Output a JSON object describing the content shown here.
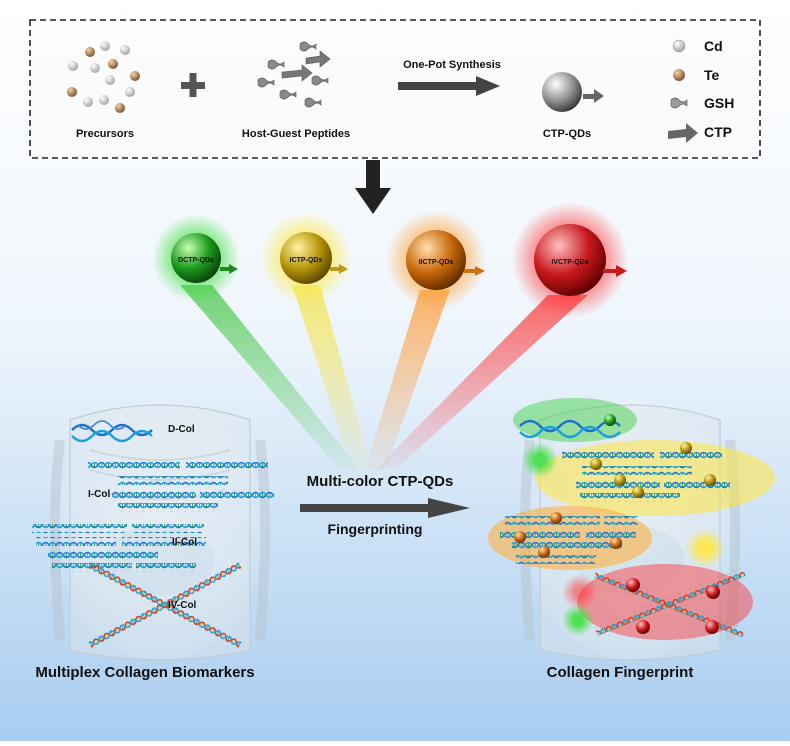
{
  "top_panel": {
    "precursors_label": "Precursors",
    "peptides_label": "Host-Guest Peptides",
    "synthesis_label": "One-Pot Synthesis",
    "ctpqd_label": "CTP-QDs"
  },
  "legend": [
    {
      "label": "Cd",
      "icon": "cd-atom-icon",
      "color": "#d8d8d8"
    },
    {
      "label": "Te",
      "icon": "te-atom-icon",
      "color": "#c98a4a"
    },
    {
      "label": "GSH",
      "icon": "gsh-icon",
      "color": "#9a9a9a"
    },
    {
      "label": "CTP",
      "icon": "ctp-arrow-icon",
      "color": "#666666"
    }
  ],
  "qds": [
    {
      "label": "DCTP-QDs",
      "color": "#2db52d"
    },
    {
      "label": "ICTP-QDs",
      "color": "#e2c020"
    },
    {
      "label": "IICTP-QDs",
      "color": "#f08a1c"
    },
    {
      "label": "IVCTP-QDs",
      "color": "#e4262a"
    }
  ],
  "middle": {
    "multicolor_label": "Multi-color CTP-QDs",
    "fingerprinting_label": "Fingerprinting"
  },
  "left": {
    "title": "Multiplex Collagen Biomarkers",
    "dcol": "D-Col",
    "icol": "I-Col",
    "iicol": "II-Col",
    "ivcol": "IV-Col"
  },
  "right": {
    "title": "Collagen Fingerprint"
  }
}
